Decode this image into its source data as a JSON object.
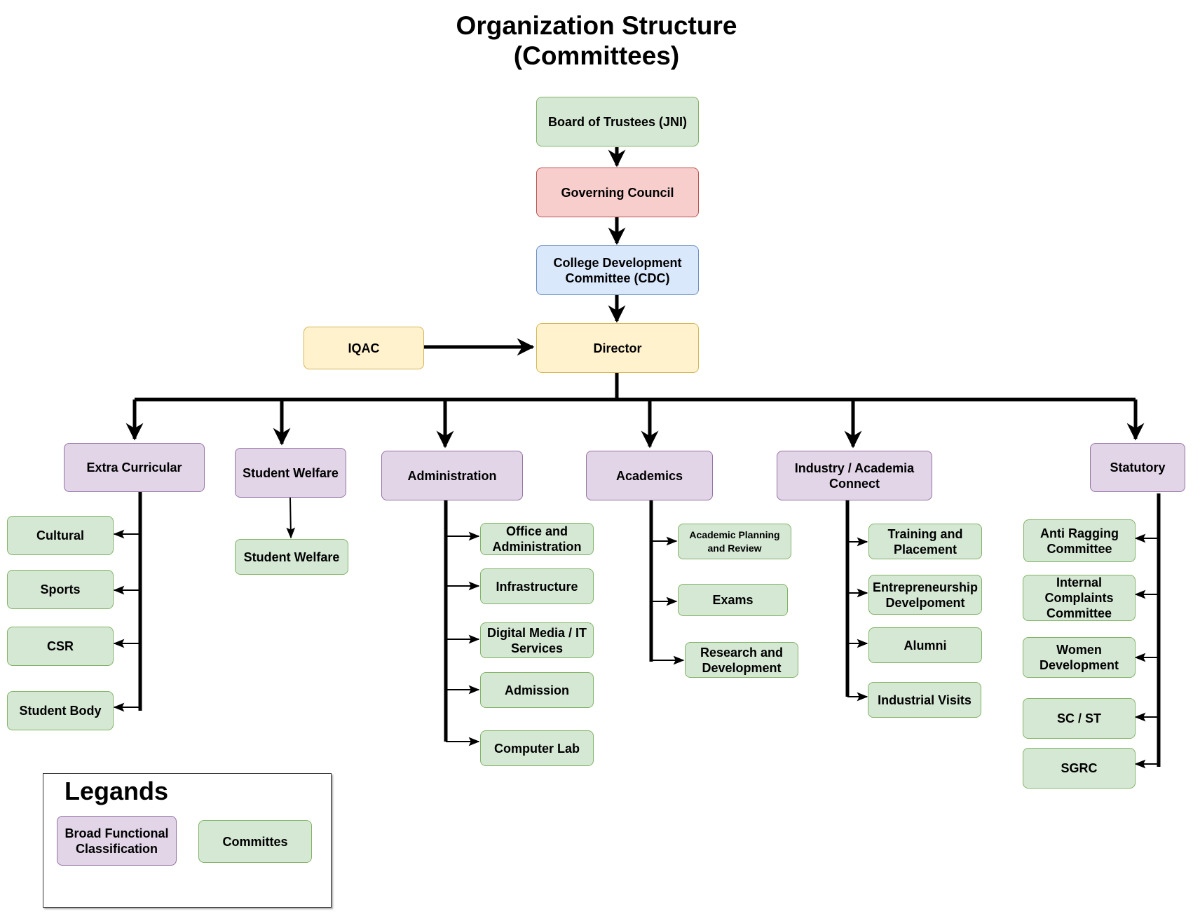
{
  "title": [
    "Organization Structure",
    "(Committees)"
  ],
  "colors": {
    "committee": "#d5e8d4",
    "governing": "#f8cecc",
    "cdc": "#dae8fc",
    "director": "#fff2cc",
    "classification": "#e1d5e7"
  },
  "top": {
    "board": "Board of Trustees (JNI)",
    "governing": "Governing Council",
    "cdc": "College Development Committee (CDC)",
    "iqac": "IQAC",
    "director": "Director"
  },
  "groups": {
    "extra": "Extra Curricular",
    "welfare": "Student Welfare",
    "admin": "Administration",
    "academics": "Academics",
    "industry": "Industry / Academia Connect",
    "statutory": "Statutory"
  },
  "committees": {
    "extra": [
      "Cultural",
      "Sports",
      "CSR",
      "Student Body"
    ],
    "welfare": [
      "Student Welfare"
    ],
    "admin": [
      "Office and Administration",
      "Infrastructure",
      "Digital Media / IT Services",
      "Admission",
      "Computer Lab"
    ],
    "academics": [
      "Academic Planning and Review",
      "Exams",
      "Research and Development"
    ],
    "industry": [
      "Training and Placement",
      "Entrepreneurship Develpoment",
      "Alumni",
      "Industrial Visits"
    ],
    "statutory": [
      "Anti Ragging Committee",
      "Internal Complaints Committee",
      "Women Development",
      "SC / ST",
      "SGRC"
    ]
  },
  "legend": {
    "title": "Legands",
    "classification": "Broad Functional Classification",
    "committee": "Committes"
  }
}
